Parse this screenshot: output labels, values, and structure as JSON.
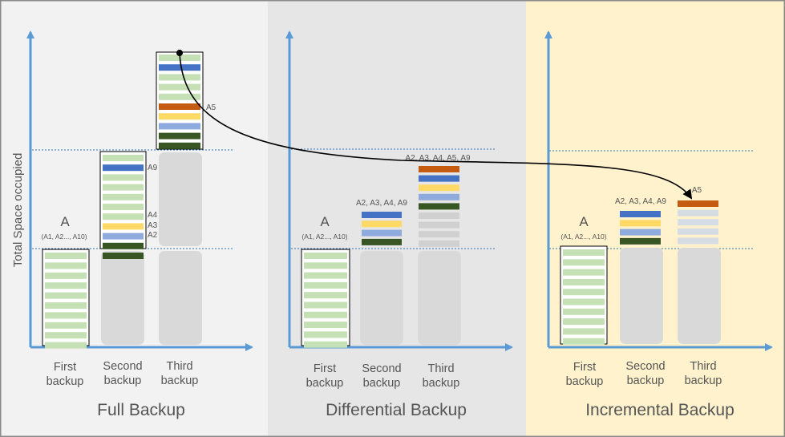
{
  "y_axis_label": "Total Space occupied",
  "x_labels": {
    "first": [
      "First",
      "backup"
    ],
    "second": [
      "Second",
      "backup"
    ],
    "third": [
      "Third",
      "backup"
    ]
  },
  "panels": {
    "full": {
      "title": "Full Backup",
      "bg": "#f2f2f2",
      "a_title": "A",
      "a_sub": "(A1, A2..., A10)",
      "second_tags": [
        "A9",
        "A4",
        "A3",
        "A2"
      ],
      "third_tag": "A5"
    },
    "differential": {
      "title": "Differential Backup",
      "bg": "#e6e6e6",
      "a_title": "A",
      "a_sub": "(A1, A2..., A10)",
      "second_caption": "A2, A3, A4, A9",
      "third_caption": "A2, A3, A4, A5, A9"
    },
    "incremental": {
      "title": "Incremental Backup",
      "bg": "#fff2cc",
      "a_title": "A",
      "a_sub": "(A1, A2..., A10)",
      "second_caption": "A2, A3, A4, A9",
      "third_caption": "A5"
    }
  },
  "colors": {
    "axis": "#5b9bd5",
    "block_green_light": "#c5e0b4",
    "block_blue": "#4472c4",
    "block_yellow": "#ffd966",
    "block_lightblue": "#8faadc",
    "block_green_dark": "#375623",
    "block_orange": "#c55a11",
    "placeholder": "#d9d9d9"
  }
}
